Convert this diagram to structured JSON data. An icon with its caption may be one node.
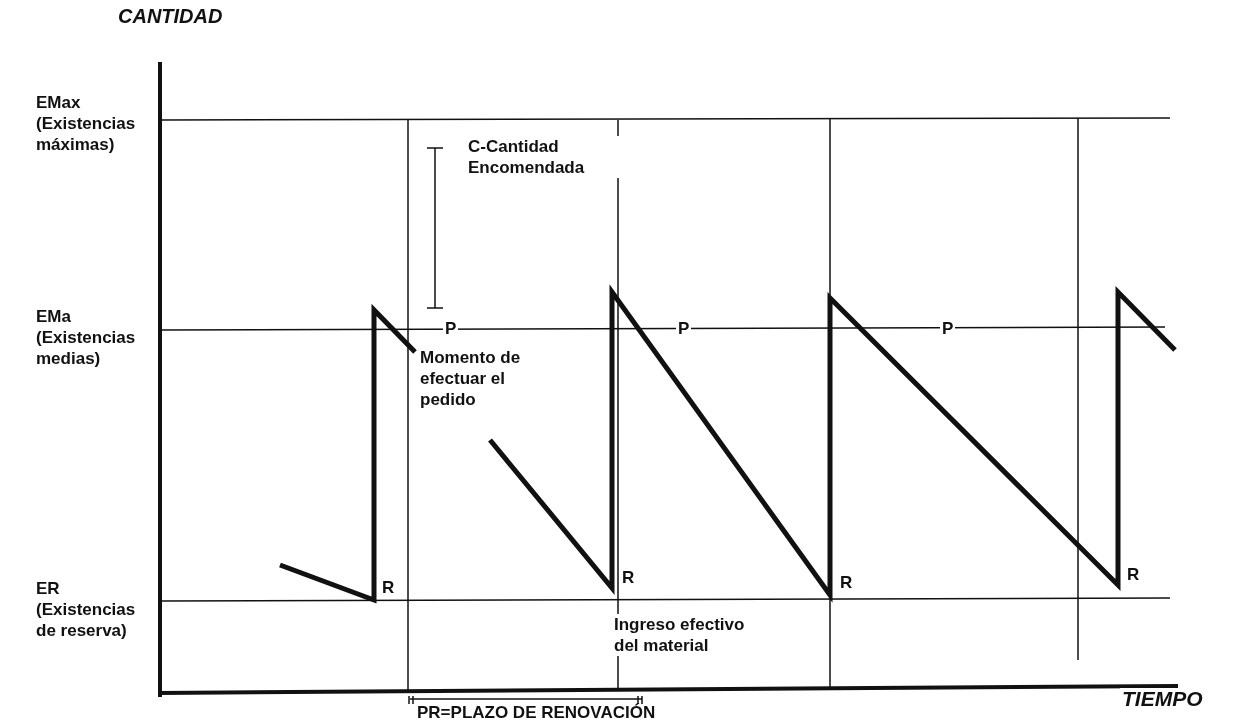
{
  "diagram": {
    "labels": [
      "CANTIDAD",
      "EMax (Existencias máximas)",
      "C-Cantidad Encomendada",
      "EMa (Existencias medias)",
      "P",
      "P",
      "P",
      "Momento de efectuar el pedido",
      "R",
      "R",
      "R",
      "R",
      "ER (Existencias de reserva)",
      "Ingreso efectivo del material",
      "TIEMPO",
      "PR=PLAZO DE RENOVACIÓN"
    ]
  }
}
